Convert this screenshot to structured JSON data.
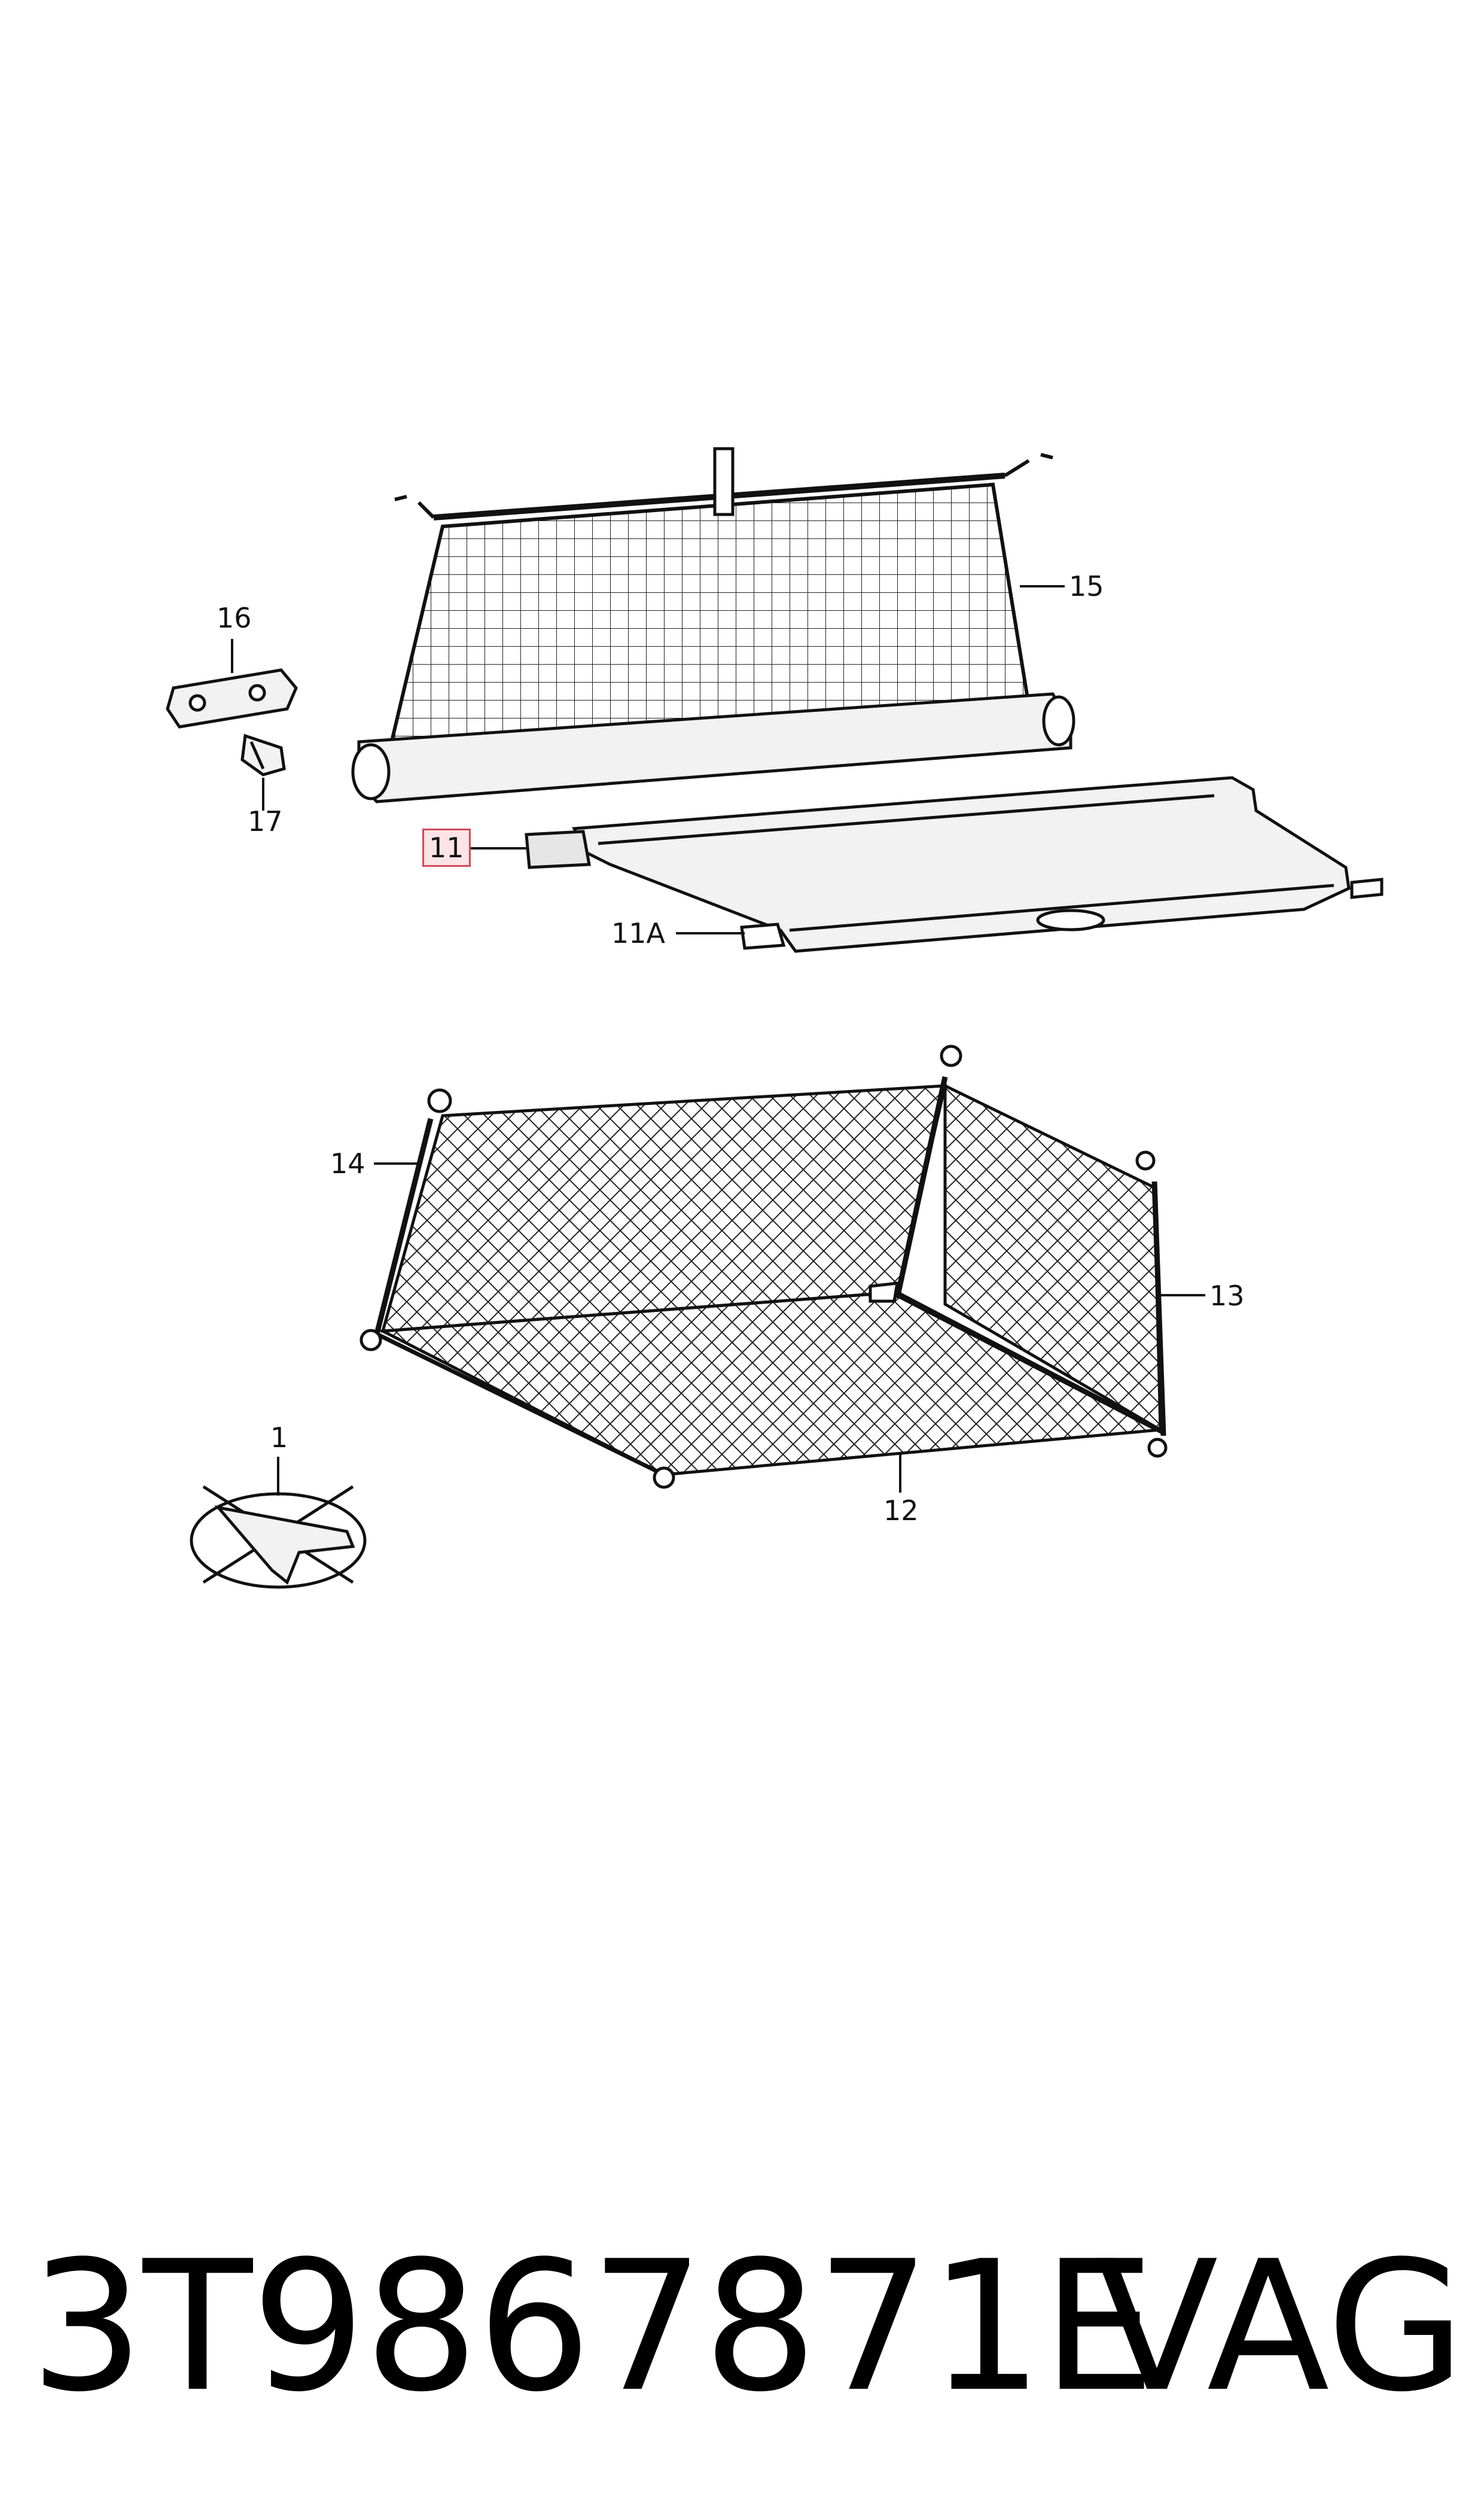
{
  "callouts": {
    "c15": "15",
    "c16": "16",
    "c17": "17",
    "c11": "11",
    "c11a": "11A",
    "c14": "14",
    "c13": "13",
    "c12": "12",
    "c1": "1"
  },
  "footer": {
    "part_number": "3T9867871E",
    "brand": "VAG"
  },
  "colors": {
    "line": "#111111",
    "highlight_border": "#d24a5a",
    "highlight_fill": "#fbe3e6",
    "part_fill": "#f2f2f2"
  }
}
